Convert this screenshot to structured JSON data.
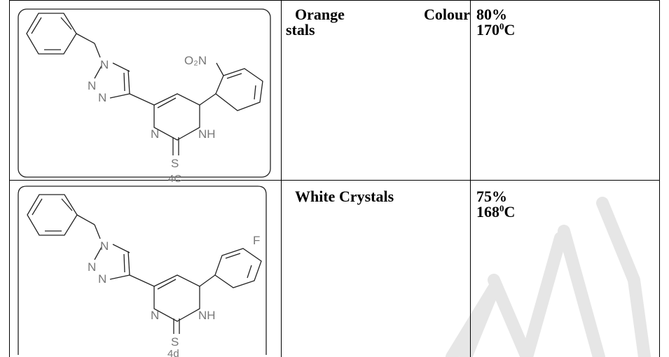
{
  "rows": [
    {
      "compound_label": "4C",
      "substituent": "O₂N",
      "description_line1_left": "Orange",
      "description_line1_right": "Colour",
      "description_line2": "stals",
      "yield": "80%",
      "melting_point_value": "170",
      "melting_point_sup": "0",
      "melting_point_unit": "C"
    },
    {
      "compound_label": "4d",
      "substituent": "F",
      "description": "White Crystals",
      "yield": "75%",
      "melting_point_value": "168",
      "melting_point_sup": "0",
      "melting_point_unit": "C"
    }
  ],
  "atoms": {
    "n_triazole": "N",
    "n_pyrimidine": "N",
    "nh": "NH",
    "s": "S"
  },
  "watermark": "REVIEW",
  "colors": {
    "watermark": "#eaeaea",
    "structure_line": "#222222",
    "structure_text": "#777777"
  }
}
